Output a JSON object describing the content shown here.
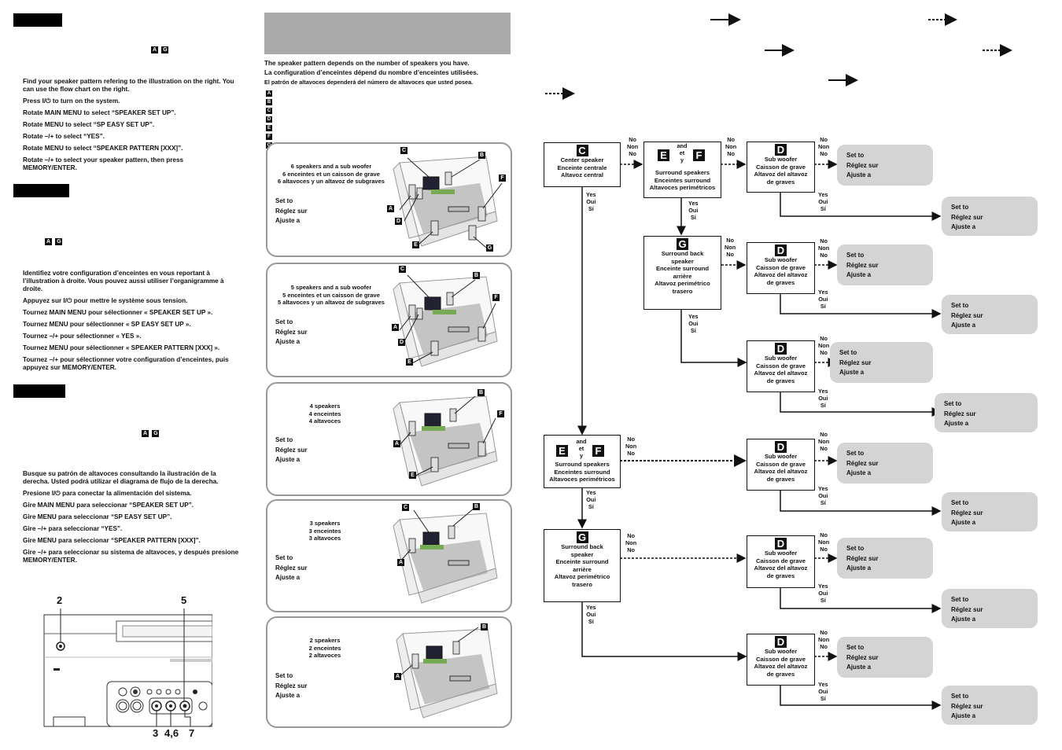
{
  "english": {
    "letters": [
      "A",
      "G"
    ],
    "steps": [
      "Find your speaker pattern refering to the illustration on the right. You can use the flow chart on the right.",
      "Press I/⏻ to turn on the system.",
      "Rotate MAIN MENU to select “SPEAKER SET UP”.",
      "Rotate MENU to select “SP EASY SET UP”.",
      "Rotate –/+ to select “YES”.",
      "Rotate MENU to select “SPEAKER PATTERN [XXX]”.",
      "Rotate –/+ to select your speaker pattern, then press MEMORY/ENTER."
    ]
  },
  "french": {
    "letters": [
      "A",
      "G"
    ],
    "steps": [
      "Identifiez votre configuration d’enceintes en vous reportant à l’illustration à droite. Vous pouvez aussi utiliser l’organigramme à droite.",
      "Appuyez sur I/⏻ pour mettre le système sous tension.",
      "Tournez MAIN MENU pour sélectionner « SPEAKER SET UP ».",
      "Tournez MENU pour sélectionner « SP EASY SET UP ».",
      "Tournez –/+ pour sélectionner « YES ».",
      "Tournez MENU pour sélectionner « SPEAKER PATTERN [XXX] ».",
      "Tournez –/+ pour sélectionner votre configuration d’enceintes, puis appuyez sur MEMORY/ENTER."
    ]
  },
  "spanish": {
    "letters": [
      "A",
      "G"
    ],
    "steps": [
      "Busque su patrón de altavoces consultando la ilustración de la derecha. Usted podrá utilizar el diagrama de flujo de la derecha.",
      "Presione I/⏻ para conectar la alimentación del sistema.",
      "Gire MAIN MENU para seleccionar “SPEAKER SET UP”.",
      "Gire MENU para seleccionar “SP EASY SET UP”.",
      "Gire –/+ para seleccionar “YES”.",
      "Gire MENU para seleccionar “SPEAKER PATTERN [XXX]”.",
      "Gire –/+ para seleccionar su sistema de altavoces, y después presione MEMORY/ENTER."
    ]
  },
  "device_callouts": [
    "2",
    "5",
    "3",
    "4,6",
    "7"
  ],
  "pattern_intro": [
    "The speaker pattern depends on the number of speakers you have.",
    "La configuration d’enceintes dépend du nombre d’enceintes utilisées.",
    "El patrón de altavoces dependerá del número de altavoces que usted posea."
  ],
  "legend_letters": [
    "A",
    "B",
    "C",
    "D",
    "E",
    "F",
    "G"
  ],
  "set_to": [
    "Set to",
    "Réglez sur",
    "Ajuste a"
  ],
  "patterns": [
    {
      "caption": [
        "6 speakers and a sub woofer",
        "6 enceintes et un caisson de grave",
        "6 altavoces y un altavoz de subgraves"
      ],
      "letters": [
        "C",
        "B",
        "F",
        "A",
        "D",
        "E",
        "G"
      ]
    },
    {
      "caption": [
        "5 speakers and a sub woofer",
        "5 enceintes et un caisson de grave",
        "5 altavoces y un altavoz de subgraves"
      ],
      "letters": [
        "C",
        "B",
        "F",
        "A",
        "D",
        "E"
      ]
    },
    {
      "caption": [
        "4 speakers",
        "4 enceintes",
        "4 altavoces"
      ],
      "letters": [
        "B",
        "F",
        "A",
        "E"
      ]
    },
    {
      "caption": [
        "3 speakers",
        "3 enceintes",
        "3 altavoces"
      ],
      "letters": [
        "C",
        "B",
        "A"
      ]
    },
    {
      "caption": [
        "2 speakers",
        "2 enceintes",
        "2 altavoces"
      ],
      "letters": [
        "B",
        "A"
      ]
    }
  ],
  "flow": {
    "center": {
      "letter": "C",
      "lines": [
        "Center speaker",
        "Enceinte centrale",
        "Altavoz central"
      ]
    },
    "surround": {
      "letters": [
        "E",
        "F"
      ],
      "join": [
        "and",
        "et",
        "y"
      ],
      "lines": [
        "Surround speakers",
        "Enceintes surround",
        "Altavoces perimétricos"
      ]
    },
    "surround_back": {
      "letter": "G",
      "lines": [
        "Surround back",
        "speaker",
        "Enceinte surround",
        "arrière",
        "Altavoz perimétrico",
        "trasero"
      ]
    },
    "sub": {
      "letter": "D",
      "lines": [
        "Sub woofer",
        "Caisson de grave",
        "Altavoz del altavoz",
        "de graves"
      ]
    },
    "no": [
      "No",
      "Non",
      "No"
    ],
    "yes": [
      "Yes",
      "Oui",
      "Sí"
    ],
    "set_to": [
      "Set to",
      "Réglez sur",
      "Ajuste a"
    ]
  }
}
